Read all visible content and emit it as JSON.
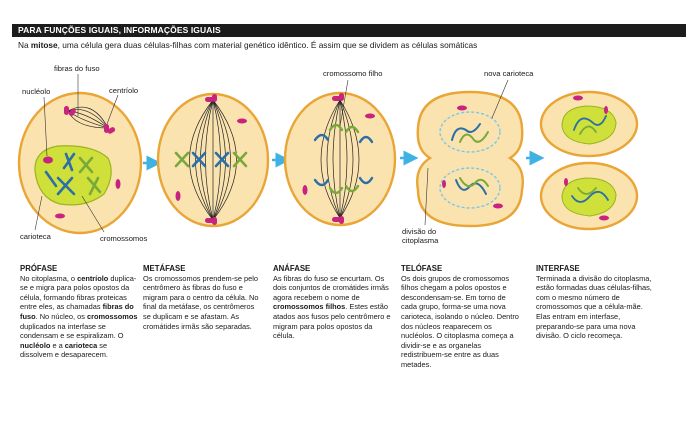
{
  "header": {
    "title": "PARA FUNÇÕES IGUAIS, INFORMAÇÕES IGUAIS"
  },
  "intro": {
    "pre": "Na ",
    "bold": "mitose",
    "post": ", uma célula gera duas células-filhas com material genético idêntico. É assim que se dividem as células somáticas"
  },
  "labels": {
    "fibras": "fibras do fuso",
    "nucleolo": "nucléolo",
    "centriolo": "centríolo",
    "carioteca": "carioteca",
    "cromossomos": "cromossomos",
    "cromossomo_filho": "cromossomo filho",
    "nova_carioteca": "nova carioteca",
    "divisao_1": "divisão do",
    "divisao_2": "citoplasma"
  },
  "phases": {
    "profase": {
      "title": "PRÓFASE",
      "t1": "No citoplasma, o ",
      "b1": "centríolo",
      "t2": " duplica-se e migra para polos opostos da célula, formando fibras proteicas entre eles, as chamadas ",
      "b2": "fibras do fuso",
      "t3": ". No núcleo, os ",
      "b3": "cromossomos",
      "t4": " duplicados na interfase se condensam e se espiralizam. O ",
      "b4": "nucléolo",
      "t5": " e a ",
      "b5": "carioteca",
      "t6": " se dissolvem e desaparecem."
    },
    "metafase": {
      "title": "METÁFASE",
      "text": "Os cromossomos prendem-se pelo centrômero às fibras do fuso e migram para o centro da célula. No final da metáfase, os centrômeros se duplicam e se afastam. As cromátides irmãs são separadas."
    },
    "anafase": {
      "title": "ANÁFASE",
      "t1": "As fibras do fuso se encurtam. Os dois conjuntos de cromátides irmãs agora recebem o nome de ",
      "b1": "cromossomos filhos",
      "t2": ". Estes estão atados aos fusos pelo centrômero e migram para polos opostos da célula."
    },
    "telofase": {
      "title": "TELÓFASE",
      "text": "Os dois grupos de cromossomos filhos chegam a polos opostos e descondensam-se. Em torno de cada grupo, forma-se uma nova carioteca, isolando o núcleo. Dentro dos núcleos reaparecem os nucléolos. O citoplasma começa a dividir-se e as organelas redistribuem-se entre as duas metades."
    },
    "interfase": {
      "title": "INTERFASE",
      "text": "Terminada a divisão do citoplasma, estão formadas duas células-filhas, com o mesmo número de cromossomos que a célula-mãe. Elas entram em interfase, preparando-se para uma nova divisão. O ciclo recomeça."
    }
  },
  "colors": {
    "cell_fill": "#fbe3b0",
    "cell_stroke": "#e9a535",
    "nucleus_fill": "#cfe03a",
    "nucleus_stroke": "#9ab520",
    "chromosome_blue": "#2c6fa8",
    "chromosome_green": "#79a93a",
    "organelle": "#c8247e",
    "arrow": "#3fb2e3",
    "header_bg": "#1c1c1c"
  }
}
